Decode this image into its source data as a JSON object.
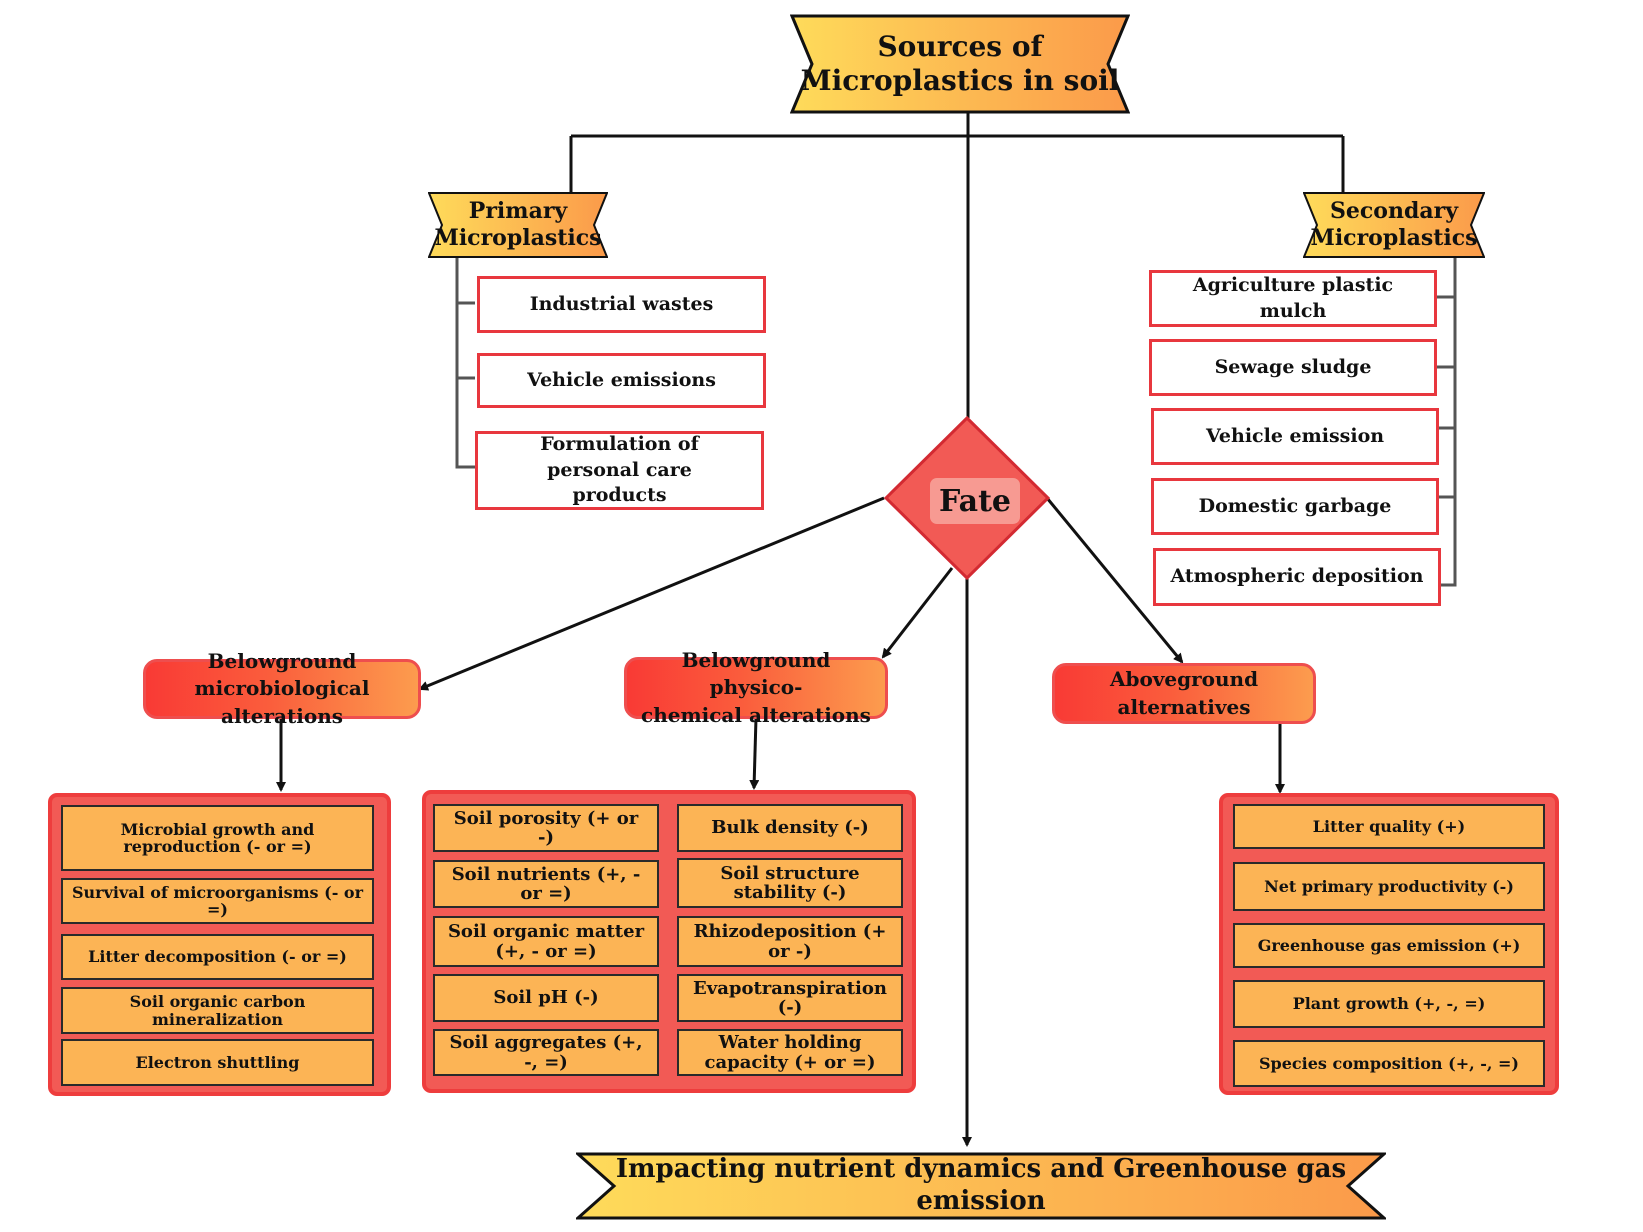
{
  "title_banner": {
    "line1": "Sources of",
    "line2": "Microplastics in soil"
  },
  "primary": {
    "line1": "Primary",
    "line2": "Microplastics",
    "items": [
      "Industrial wastes",
      "Vehicle emissions",
      "Formulation of personal care products"
    ]
  },
  "secondary": {
    "line1": "Secondary",
    "line2": "Microplastics",
    "items": [
      "Agriculture plastic mulch",
      "Sewage sludge",
      "Vehicle emission",
      "Domestic garbage",
      "Atmospheric deposition"
    ]
  },
  "fate": "Fate",
  "microbio": {
    "line1": "Belowground",
    "line2": "microbiological alterations",
    "items": [
      "Microbial growth and reproduction (- or =)",
      "Survival of microorganisms (- or =)",
      "Litter decomposition (- or =)",
      "Soil organic carbon mineralization",
      "Electron shuttling"
    ]
  },
  "physico": {
    "line1": "Belowground physico-",
    "line2": "chemical alterations",
    "left_items": [
      "Soil porosity (+ or -)",
      "Soil nutrients (+, - or =)",
      "Soil organic matter (+, - or =)",
      "Soil pH (-)",
      "Soil aggregates (+, -, =)"
    ],
    "right_items": [
      "Bulk density (-)",
      "Soil structure stability (-)",
      "Rhizodeposition (+ or -)",
      "Evapotranspiration (-)",
      "Water holding capacity (+ or =)"
    ]
  },
  "above": {
    "line1": "Aboveground",
    "line2": "alternatives",
    "items": [
      "Litter quality (+)",
      "Net primary productivity (-)",
      "Greenhouse gas emission (+)",
      "Plant growth (+, -, =)",
      "Species composition (+, -, =)"
    ]
  },
  "bottom_banner": "Impacting nutrient dynamics and Greenhouse gas emission",
  "colors": {
    "red": "#e8373e",
    "orange_cell": "#fcb455",
    "group_fill": "#f25a55",
    "banner_yellow": "#fedb5a",
    "banner_orange": "#fb9a4a"
  }
}
